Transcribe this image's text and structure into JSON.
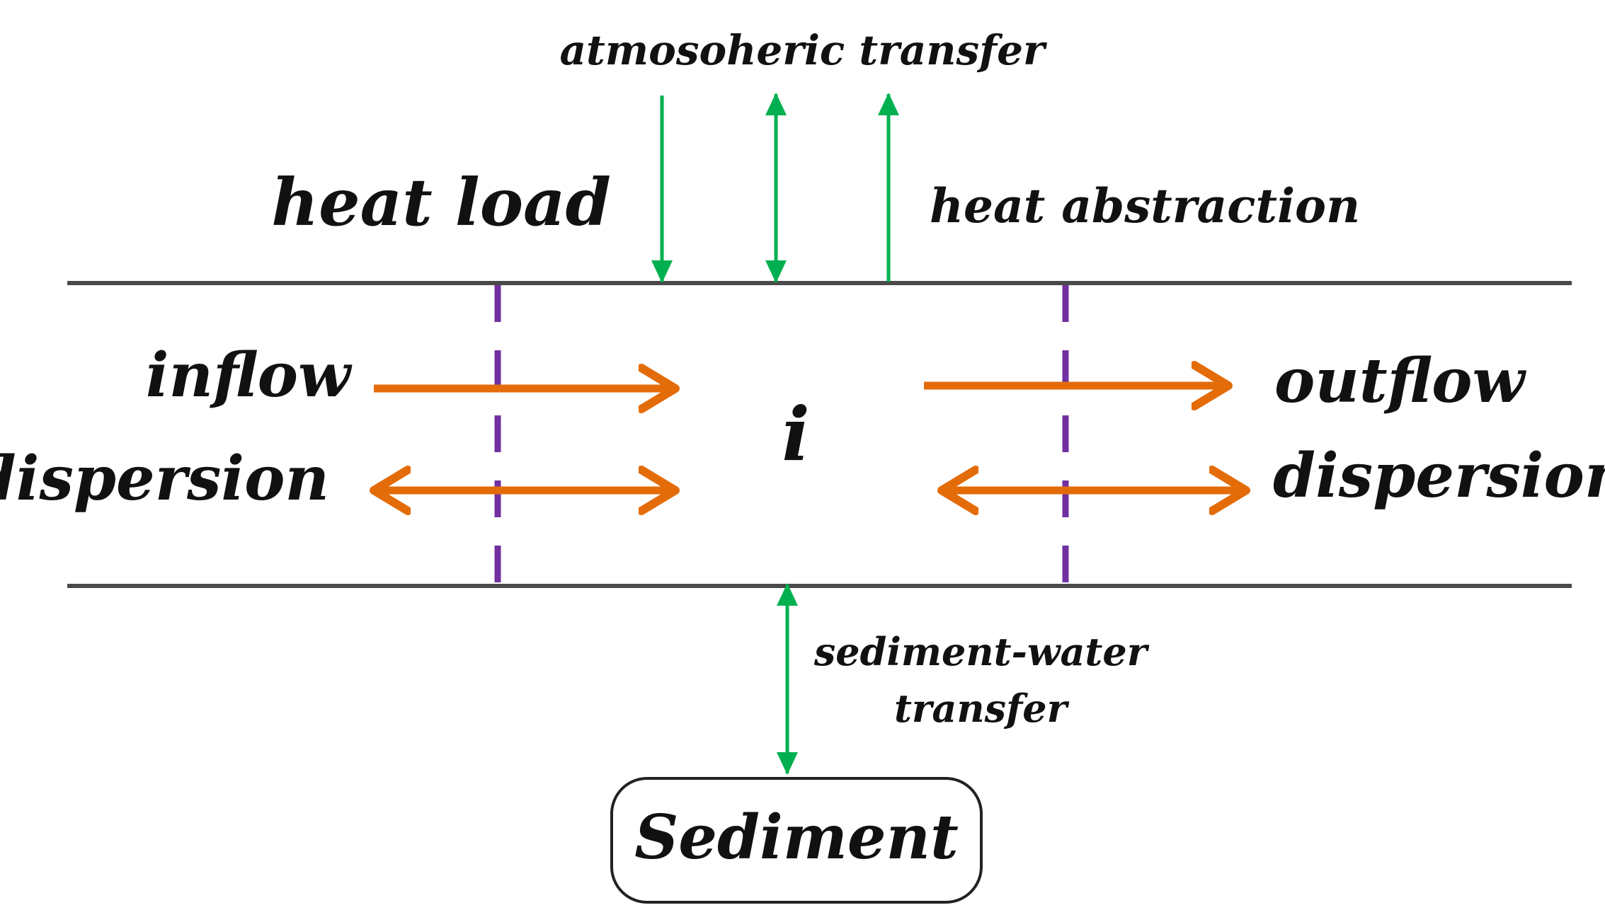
{
  "labels": {
    "atmospheric_transfer": "atmosoheric transfer",
    "heat_load": "heat load",
    "heat_abstraction": "heat abstraction",
    "inflow": "inflow",
    "dispersion_left": "dispersion",
    "segment": "i",
    "outflow": "outflow",
    "dispersion_right": "dispersion",
    "sediment_water_line1": "sediment-water",
    "sediment_water_line2": "transfer",
    "sediment": "Sediment"
  },
  "colors": {
    "channel": "#4a4a4a",
    "boundary": "#7030a0",
    "heat_exchange": "#00b050",
    "flow": "#e36c09",
    "text": "#111111"
  }
}
